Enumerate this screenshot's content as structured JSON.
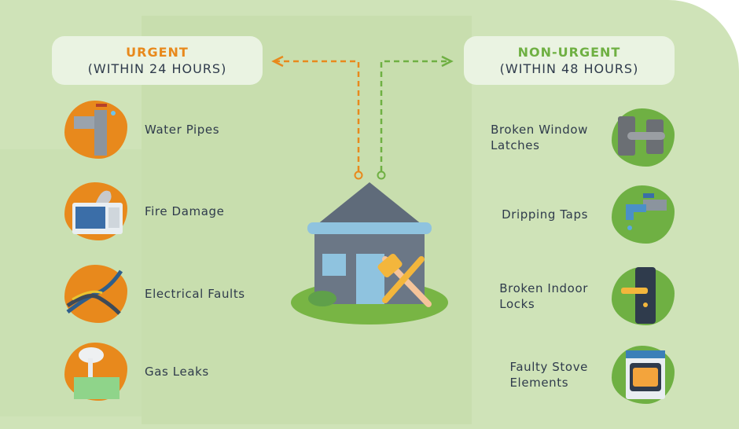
{
  "colors": {
    "urgent": "#e8891c",
    "non_urgent": "#6fb043",
    "text": "#2f3b4c",
    "background": "#cfe3b8"
  },
  "urgent": {
    "title": "URGENT",
    "subtitle": "(WITHIN 24 HOURS)",
    "items": [
      {
        "label": "Water Pipes",
        "icon": "water-pipe-icon"
      },
      {
        "label": "Fire Damage",
        "icon": "microwave-fire-icon"
      },
      {
        "label": "Electrical Faults",
        "icon": "electrical-wires-icon"
      },
      {
        "label": "Gas Leaks",
        "icon": "gas-leak-icon"
      }
    ]
  },
  "non_urgent": {
    "title": "NON-URGENT",
    "subtitle": "(WITHIN 48 HOURS)",
    "items": [
      {
        "label_lines": [
          "Broken Window",
          "Latches"
        ],
        "icon": "window-latch-icon"
      },
      {
        "label_lines": [
          "Dripping Taps"
        ],
        "icon": "dripping-tap-icon"
      },
      {
        "label_lines": [
          "Broken Indoor",
          "Locks"
        ],
        "icon": "door-lock-icon"
      },
      {
        "label_lines": [
          "Faulty Stove",
          "Elements"
        ],
        "icon": "stove-icon"
      }
    ]
  },
  "center": {
    "icon": "house-repair-icon"
  }
}
